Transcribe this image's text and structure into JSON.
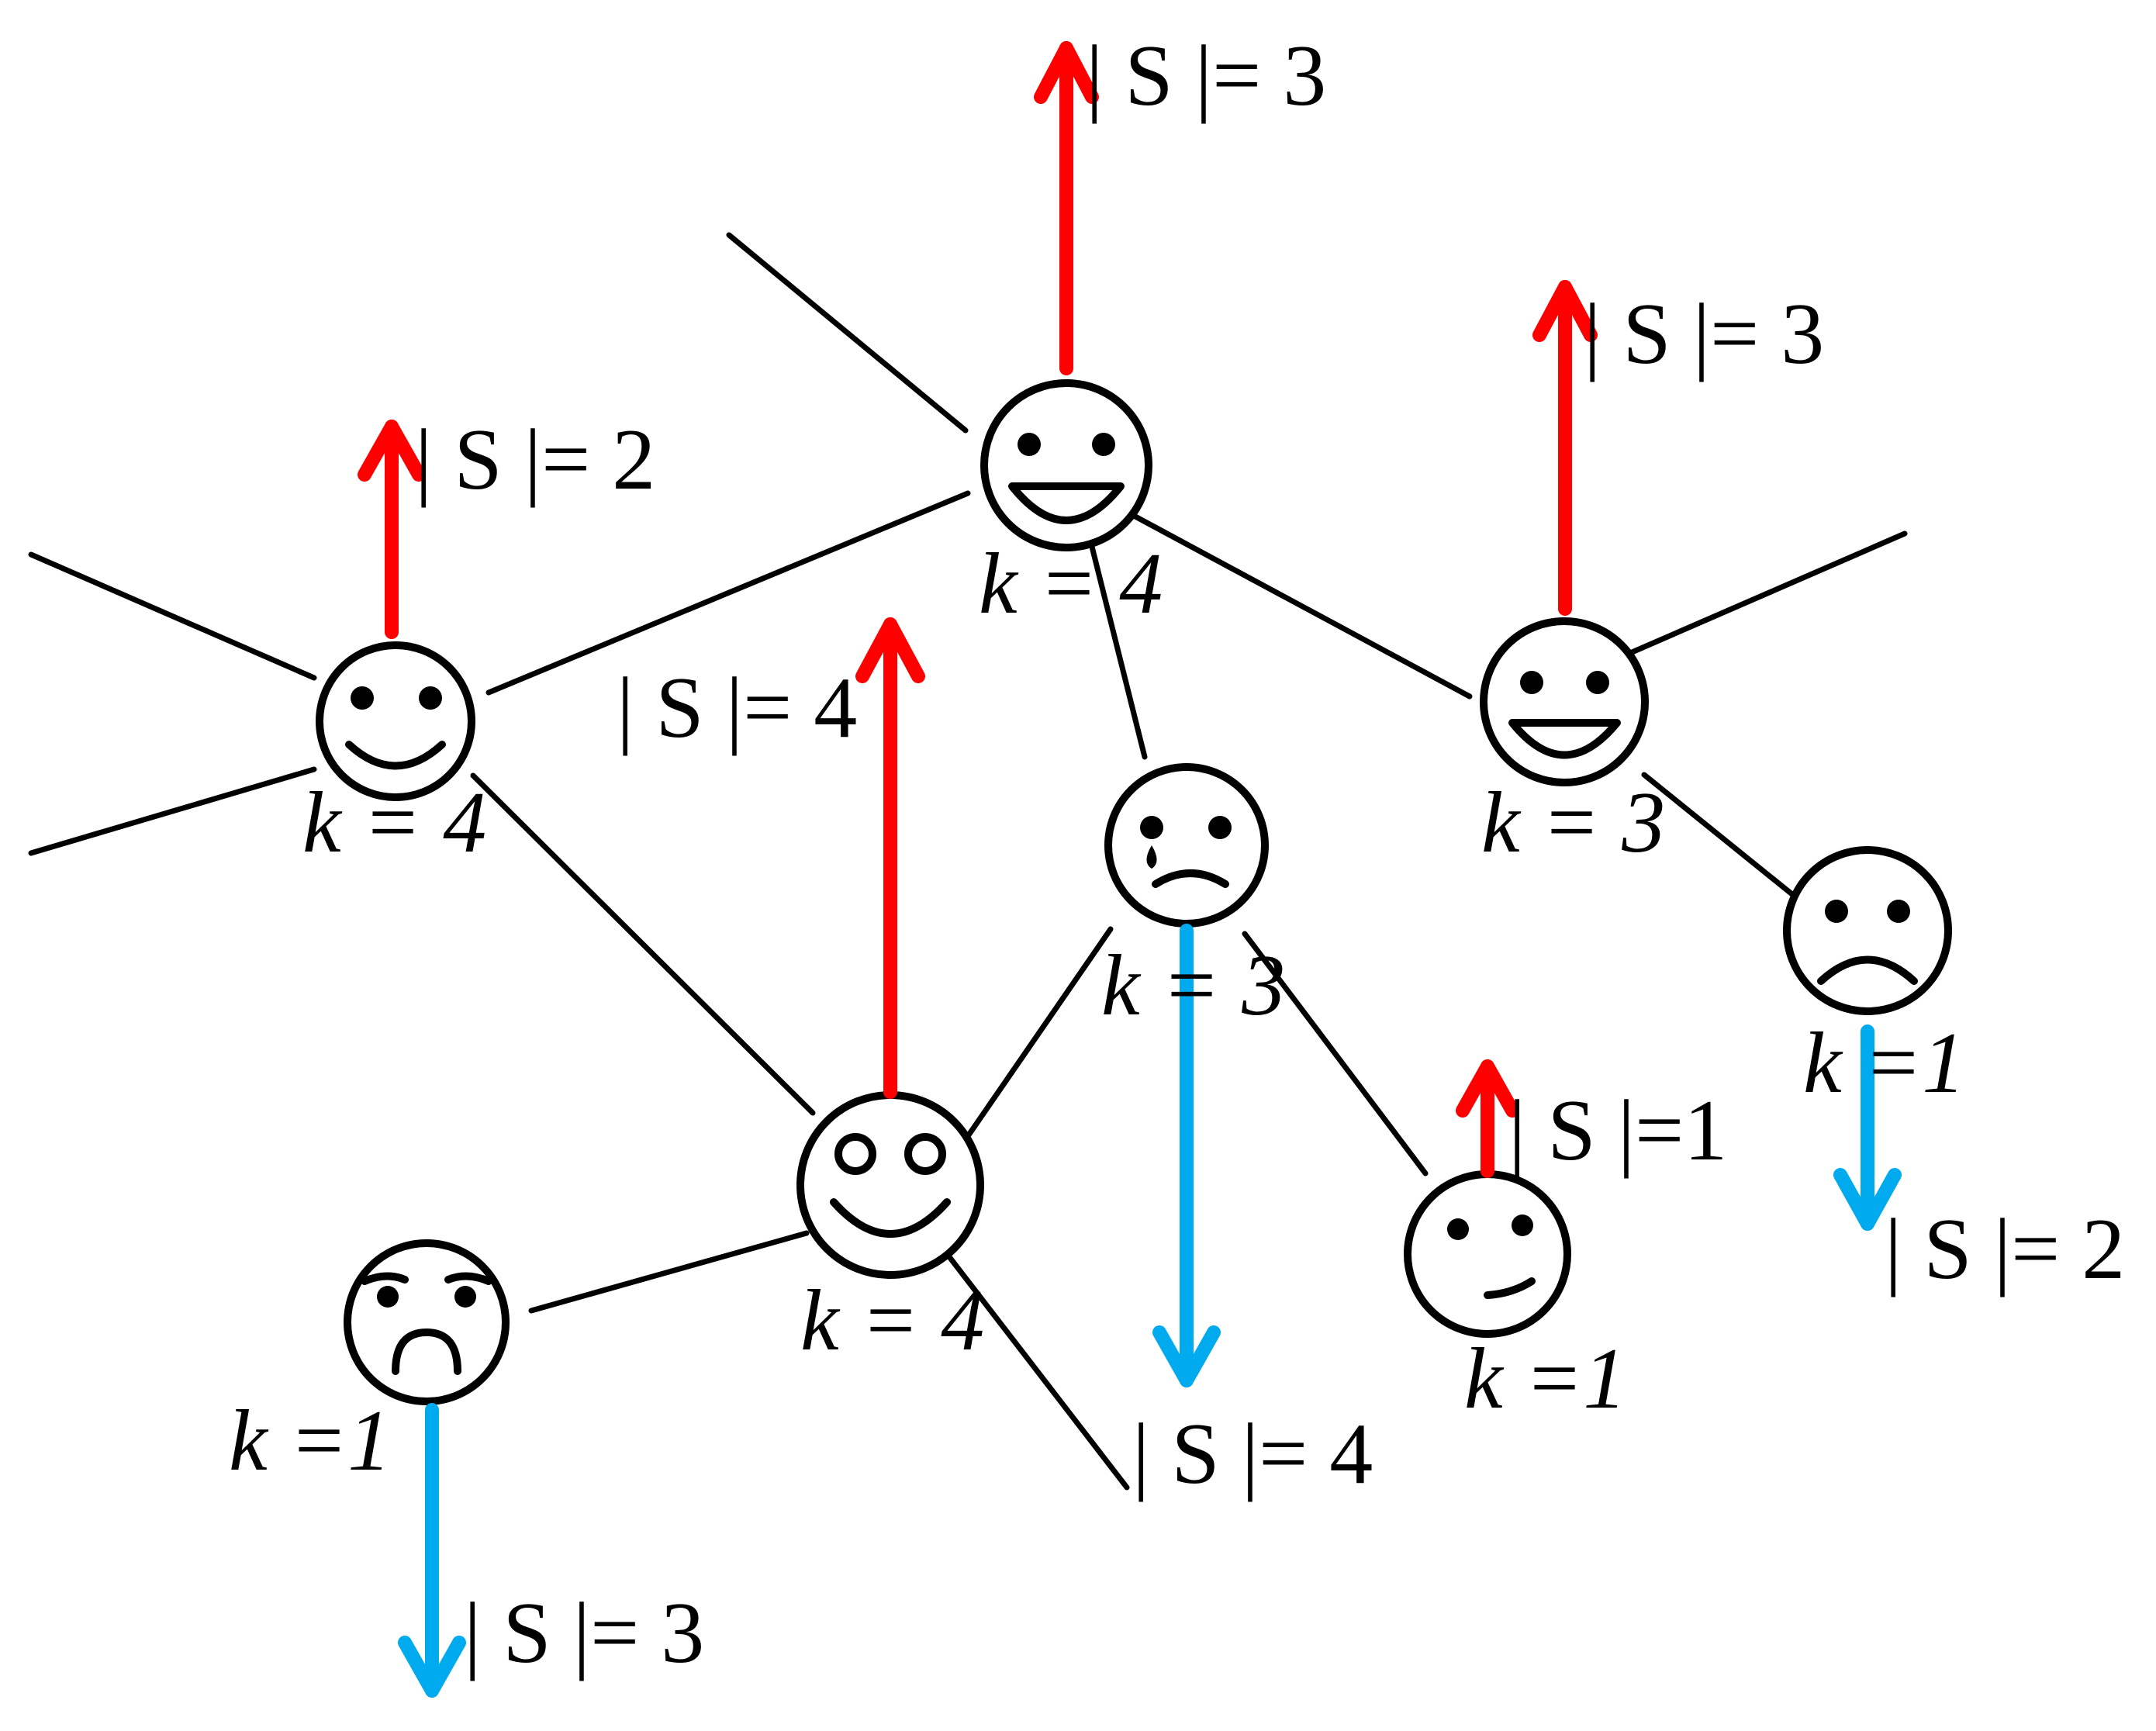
{
  "colors": {
    "increase": "#ff0000",
    "decrease": "#00aaee",
    "edge": "#000000"
  },
  "nodes": [
    {
      "id": "top",
      "expression": "big-smile",
      "k_label": "k = 4",
      "s_label": "| S |= 3",
      "trend": "up"
    },
    {
      "id": "left",
      "expression": "smile",
      "k_label": "k = 4",
      "s_label": "| S |= 2",
      "trend": "up"
    },
    {
      "id": "right",
      "expression": "big-smile",
      "k_label": "k = 3",
      "s_label": "| S |= 3",
      "trend": "up"
    },
    {
      "id": "center",
      "expression": "crying",
      "k_label": "k = 3",
      "s_label": "| S |= 4",
      "trend": "down"
    },
    {
      "id": "bottom-middle",
      "expression": "wide-eyed-smile",
      "k_label": "k = 4",
      "s_label": "| S |= 4",
      "trend": "up"
    },
    {
      "id": "far-right",
      "expression": "sad",
      "k_label": "k =1",
      "s_label": "| S |= 2",
      "trend": "down"
    },
    {
      "id": "bottom-right",
      "expression": "smirk",
      "k_label": "k =1",
      "s_label": "| S |=1",
      "trend": "up"
    },
    {
      "id": "bottom-left",
      "expression": "worried",
      "k_label": "k =1",
      "s_label": "| S |= 3",
      "trend": "down"
    }
  ],
  "dangling_label": "| S |= 4"
}
